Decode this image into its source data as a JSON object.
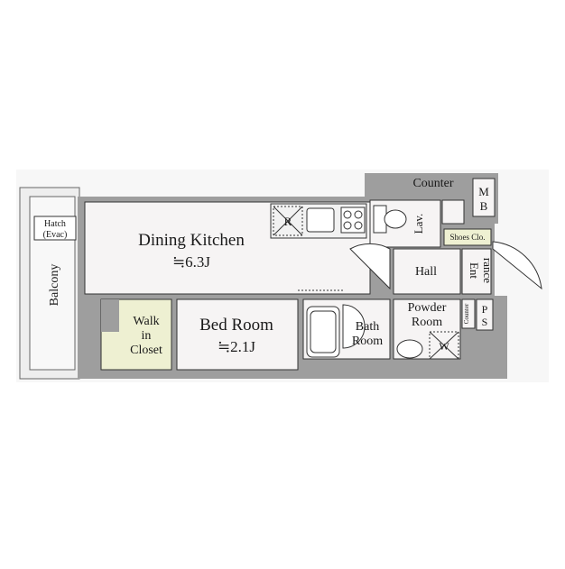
{
  "floorplan": {
    "rooms": {
      "dining_kitchen": {
        "name": "Dining Kitchen",
        "size": "≒6.3J"
      },
      "bed_room": {
        "name": "Bed Room",
        "size": "≒2.1J"
      },
      "walk_in_closet": {
        "line1": "Walk",
        "line2": "in",
        "line3": "Closet"
      },
      "balcony": "Balcony",
      "hatch": {
        "line1": "Hatch",
        "line2": "(Evac)"
      },
      "hall": "Hall",
      "entrance": {
        "line1": "Ent",
        "line2": "rance"
      },
      "bath_room": {
        "line1": "Bath",
        "line2": "Room"
      },
      "powder_room": {
        "line1": "Powder",
        "line2": "Room"
      }
    },
    "fixtures": {
      "counter_top": "Counter",
      "counter_small": "Counter",
      "mb": {
        "line1": "M",
        "line2": "B"
      },
      "ps": {
        "line1": "P",
        "line2": "S"
      },
      "shoes_closet": "Shoes Clo.",
      "lavatory": "Lav.",
      "refrigerator": "R",
      "washer": "W"
    },
    "colors": {
      "wall": "#9e9e9e",
      "room_fill": "#f6f4f4",
      "closet_fill": "#eef0d2",
      "shoes_fill": "#eef0d2",
      "line": "#333333"
    }
  }
}
